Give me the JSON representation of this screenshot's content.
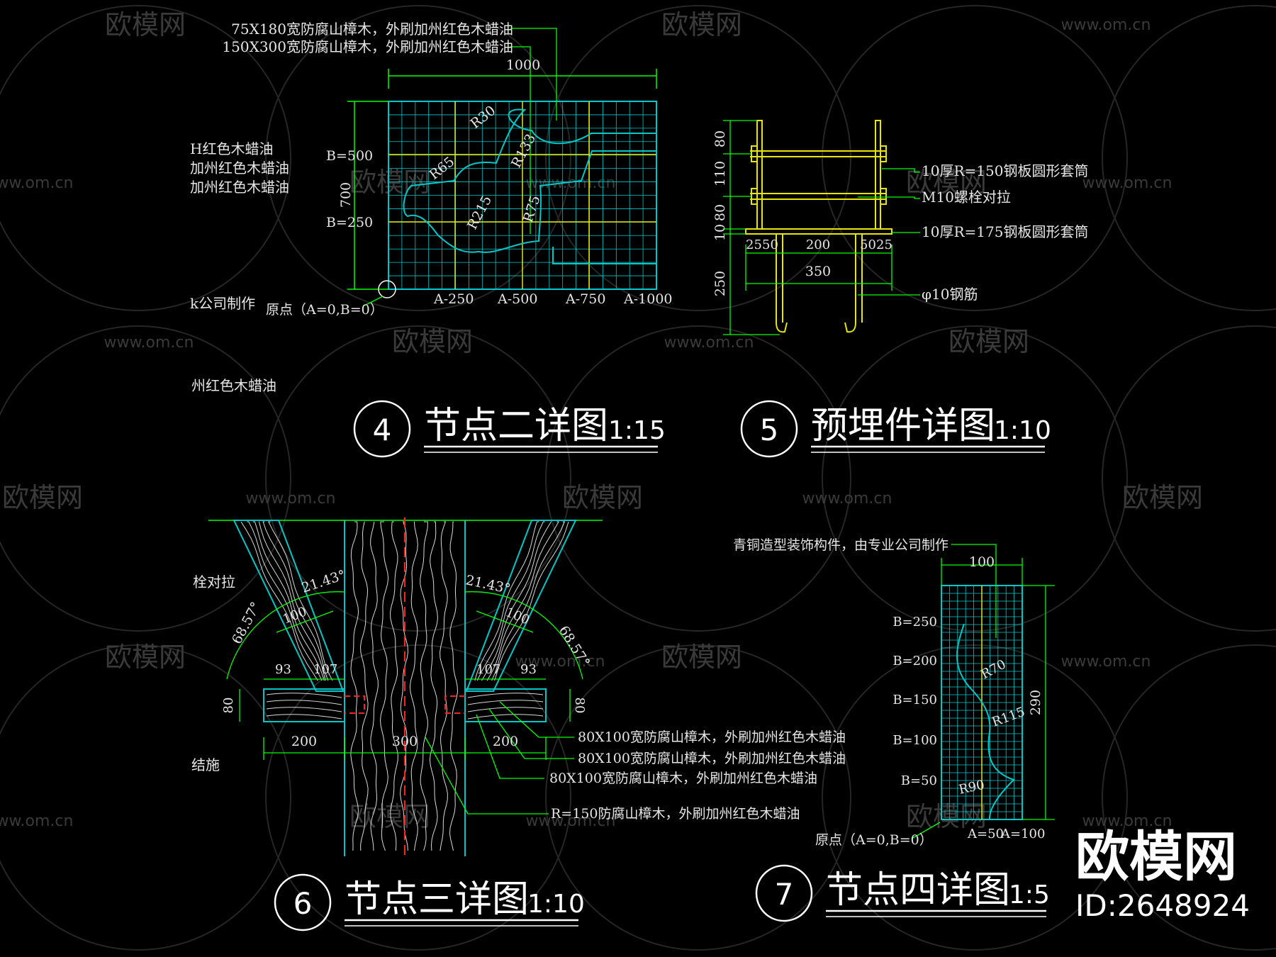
{
  "watermark": {
    "logo_text": "欧模网",
    "url": "www.om.cn"
  },
  "brand": {
    "name": "欧模网",
    "id_label": "ID:2648924"
  },
  "detail4": {
    "number": "4",
    "title": "节点二详图",
    "scale": "1:15",
    "note1": "75X180宽防腐山樟木，外刷加州红色木蜡油",
    "note2": "150X300宽防腐山樟木，外刷加州红色木蜡油",
    "dim_width": "1000",
    "dim_height": "700",
    "b_labels": [
      "B=500",
      "B=250"
    ],
    "a_labels": [
      "A-250",
      "A-500",
      "A-750",
      "A-1000"
    ],
    "radii": [
      "R30",
      "R133",
      "R65",
      "R215",
      "R75"
    ],
    "origin": "原点（A=0,B=0）"
  },
  "left_fragments": [
    "H红色木蜡油",
    "加州红色木蜡油",
    "加州红色木蜡油",
    "k公司制作",
    "州红色木蜡油",
    "栓对拉",
    "结施"
  ],
  "detail5": {
    "number": "5",
    "title": "预埋件详图",
    "scale": "1:10",
    "vdims": [
      "80",
      "110",
      "10",
      "80",
      "250"
    ],
    "hdims": [
      "25",
      "50",
      "200",
      "50",
      "25"
    ],
    "total": "350",
    "note1": "10厚R=150钢板圆形套筒",
    "note2": "M10螺栓对拉",
    "note3": "10厚R=175钢板圆形套筒",
    "note4": "φ10钢筋"
  },
  "detail6": {
    "number": "6",
    "title": "节点三详图",
    "scale": "1:10",
    "angles": [
      "21.43°",
      "68.57°",
      "21.43°",
      "68.57°"
    ],
    "dims": [
      "100",
      "100",
      "93",
      "107",
      "107",
      "93",
      "80",
      "80",
      "200",
      "300",
      "200"
    ],
    "note1": "80X100宽防腐山樟木，外刷加州红色木蜡油",
    "note2": "80X100宽防腐山樟木，外刷加州红色木蜡油",
    "note3": "80X100宽防腐山樟木，外刷加州红色木蜡油",
    "note4": "R=150防腐山樟木，外刷加州红色木蜡油"
  },
  "detail7": {
    "number": "7",
    "title": "节点四详图",
    "scale": "1:5",
    "note": "青铜造型装饰构件，由专业公司制作",
    "dim_width": "100",
    "dim_height": "290",
    "b_labels": [
      "B=250",
      "B=200",
      "B=150",
      "B=100",
      "B=50"
    ],
    "a_labels": [
      "A=50",
      "A=100"
    ],
    "radii": [
      "R70",
      "R115",
      "R90"
    ],
    "origin": "原点（A=0,B=0）"
  },
  "colors": {
    "background": "#000000",
    "line_green": "#00ff00",
    "line_cyan": "#00c8c8",
    "line_yellow": "#e6e600",
    "line_white": "#ffffff",
    "line_red": "#ff2020",
    "watermark": "#3a3a3a"
  }
}
